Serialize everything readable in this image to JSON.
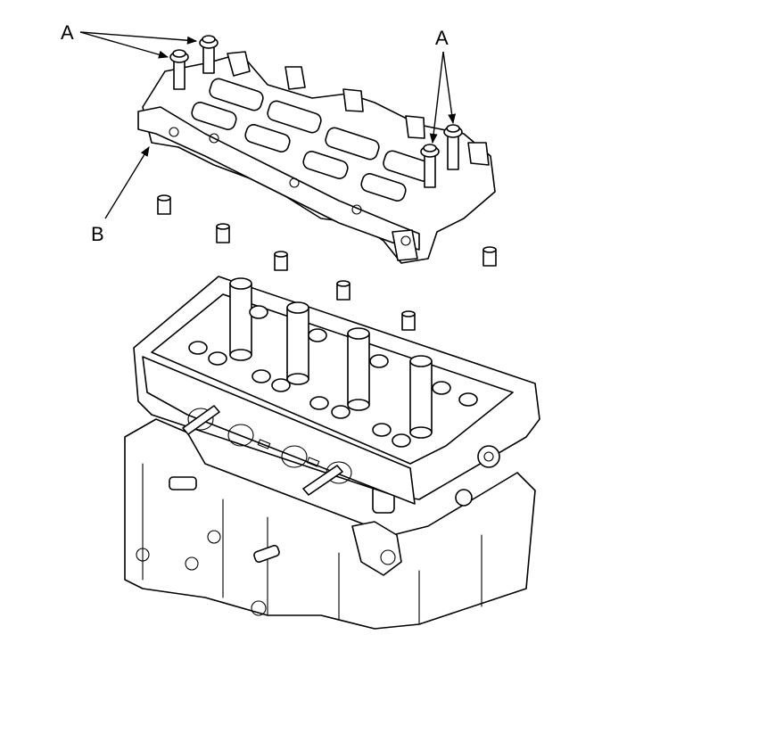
{
  "labels": {
    "a_left": "A",
    "a_right": "A",
    "b": "B"
  },
  "colors": {
    "line": "#000000",
    "background": "#ffffff"
  }
}
